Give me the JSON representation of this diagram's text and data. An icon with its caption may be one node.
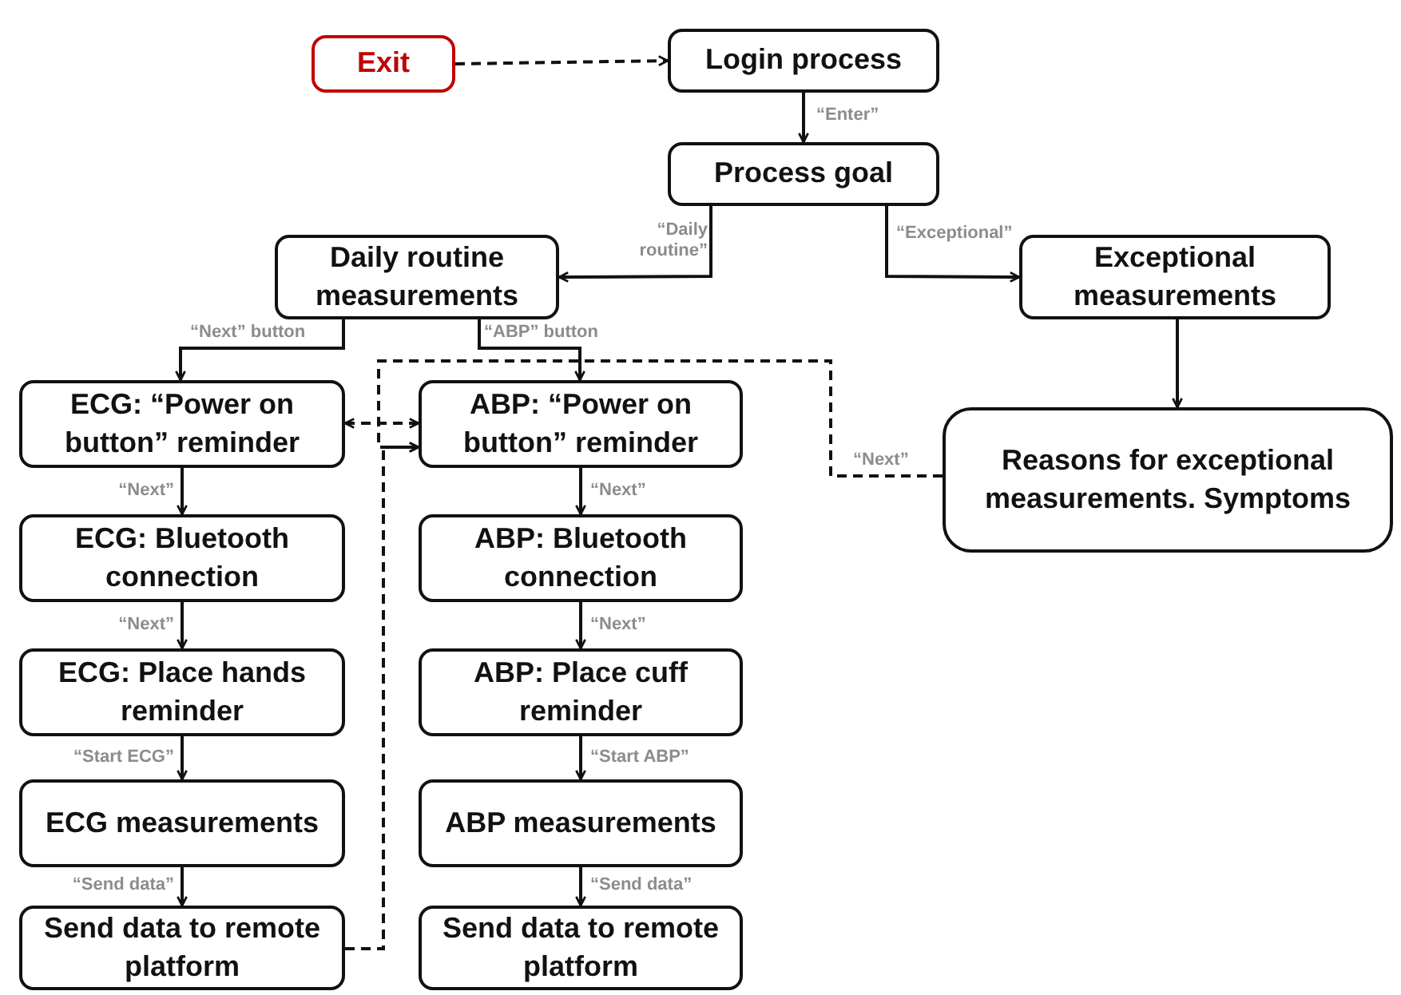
{
  "diagram": {
    "nodes": [
      {
        "text": [
          "Exit"
        ]
      },
      {
        "text": [
          "Login process"
        ]
      },
      {
        "text": [
          "Process goal"
        ]
      },
      {
        "text": [
          "Daily routine measurements"
        ]
      },
      {
        "text": [
          "Exceptional measurements"
        ]
      },
      {
        "text": [
          "ECG: “Power on button” reminder"
        ]
      },
      {
        "text": [
          "ABP: “Power on button” reminder"
        ]
      },
      {
        "text": [
          "Reasons for exceptional measurements. Symptoms"
        ]
      },
      {
        "text": [
          "ECG: Bluetooth connection"
        ]
      },
      {
        "text": [
          "ABP: Bluetooth connection"
        ]
      },
      {
        "text": [
          "ECG: Place hands reminder"
        ]
      },
      {
        "text": [
          "ABP: Place cuff reminder"
        ]
      },
      {
        "text": [
          "ECG measurements"
        ]
      },
      {
        "text": [
          "ABP measurements"
        ]
      },
      {
        "text": [
          "Send data to remote platform"
        ]
      },
      {
        "text": [
          "Send data to remote platform"
        ]
      }
    ],
    "edges": [
      {
        "from": 0,
        "to": 1,
        "arrow": "to",
        "style": "dashed"
      },
      {
        "from": 1,
        "to": 2,
        "arrow": "to",
        "label": "“Enter”"
      },
      {
        "from": 2,
        "to": 3,
        "arrow": "to",
        "label": "“Daily routine”"
      },
      {
        "from": 2,
        "to": 4,
        "arrow": "to",
        "label": "“Exceptional”"
      },
      {
        "from": 3,
        "to": 5,
        "arrow": "to",
        "label": "“Next” button"
      },
      {
        "from": 3,
        "to": 6,
        "arrow": "to",
        "label": "“ABP” button"
      },
      {
        "from": 5,
        "to": 6,
        "arrow": "both",
        "style": "dashed"
      },
      {
        "from": 4,
        "to": 7,
        "arrow": "to"
      },
      {
        "from": 7,
        "to": 6,
        "arrow": "to",
        "style": "dashed",
        "label": "“Next”"
      },
      {
        "from": 14,
        "to": 6,
        "arrow": "to",
        "style": "dashed"
      },
      {
        "from": 5,
        "to": 8,
        "arrow": "to",
        "label": "“Next”"
      },
      {
        "from": 8,
        "to": 10,
        "arrow": "to",
        "label": "“Next”"
      },
      {
        "from": 10,
        "to": 12,
        "arrow": "to",
        "label": "“Start ECG”"
      },
      {
        "from": 12,
        "to": 14,
        "arrow": "to",
        "label": "“Send data”"
      },
      {
        "from": 6,
        "to": 9,
        "arrow": "to",
        "label": "“Next”"
      },
      {
        "from": 9,
        "to": 11,
        "arrow": "to",
        "label": "“Next”"
      },
      {
        "from": 11,
        "to": 13,
        "arrow": "to",
        "label": "“Start ABP”"
      },
      {
        "from": 13,
        "to": 15,
        "arrow": "to",
        "label": "“Send data”"
      }
    ]
  }
}
